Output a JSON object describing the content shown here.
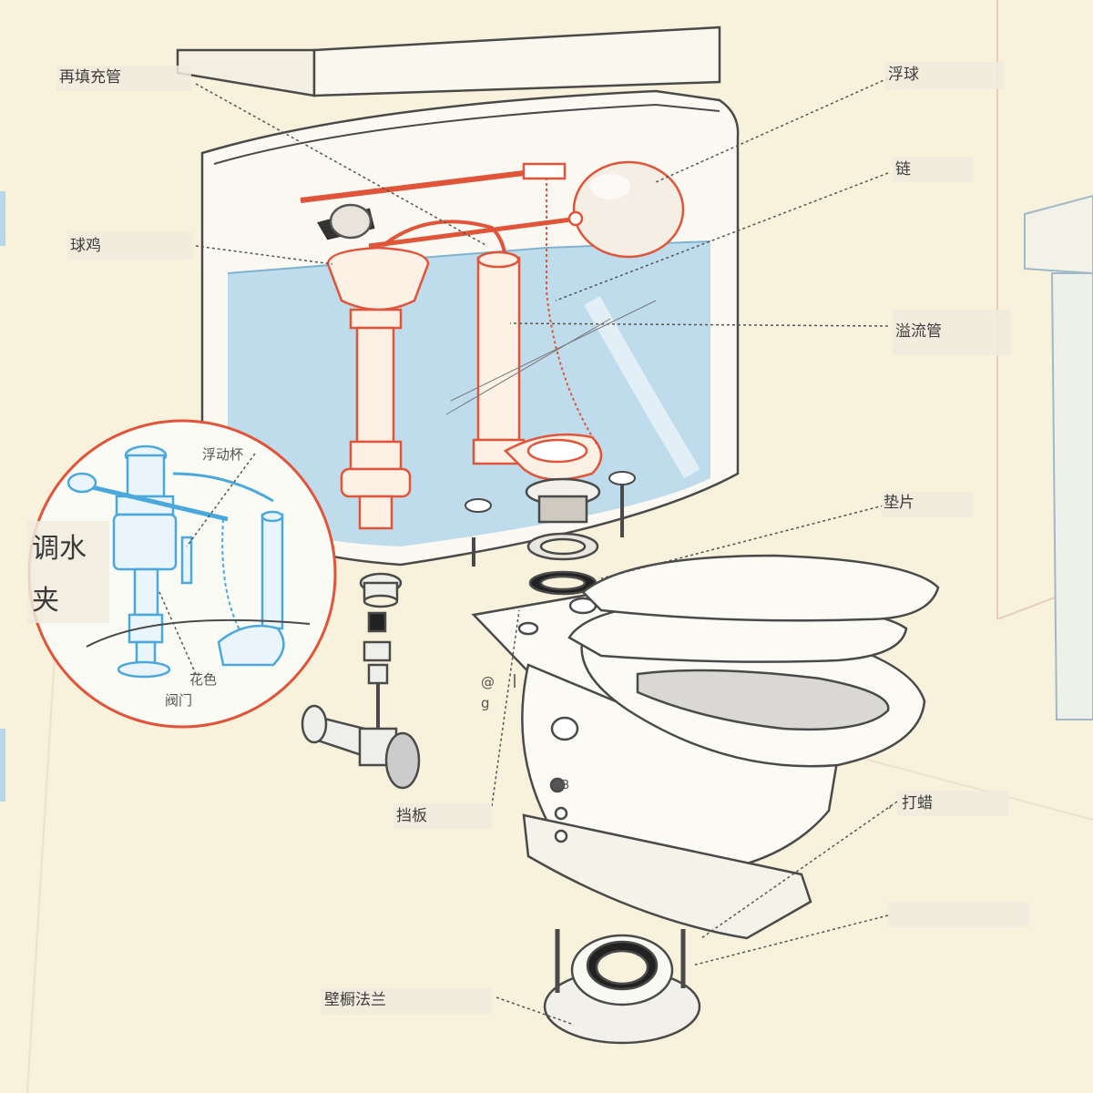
{
  "labels": {
    "refill_tube": "再填充管",
    "float_ball": "浮球",
    "chain": "链",
    "ballcock": "球鸡",
    "overflow_tube": "溢流管",
    "float_cup": "浮动杯",
    "adjust_clip_1": "调水",
    "adjust_clip_2": "夹",
    "gasket": "垫片",
    "shutoff_1": "花色",
    "shutoff_2": "阀门",
    "mark_at": "@",
    "mark_g": "g",
    "mark_bolt": "4B",
    "baffle": "挡板",
    "wax": "打蜡",
    "flange": "壁橱法兰",
    "comma": ","
  },
  "colors": {
    "background": "#f8f1dc",
    "water": "#bfdcec",
    "outline": "#4a4a4a",
    "flush_parts": "#e0553a",
    "fill_valve_inset": "#4aa8dd",
    "inset_ring": "#e0553a"
  }
}
